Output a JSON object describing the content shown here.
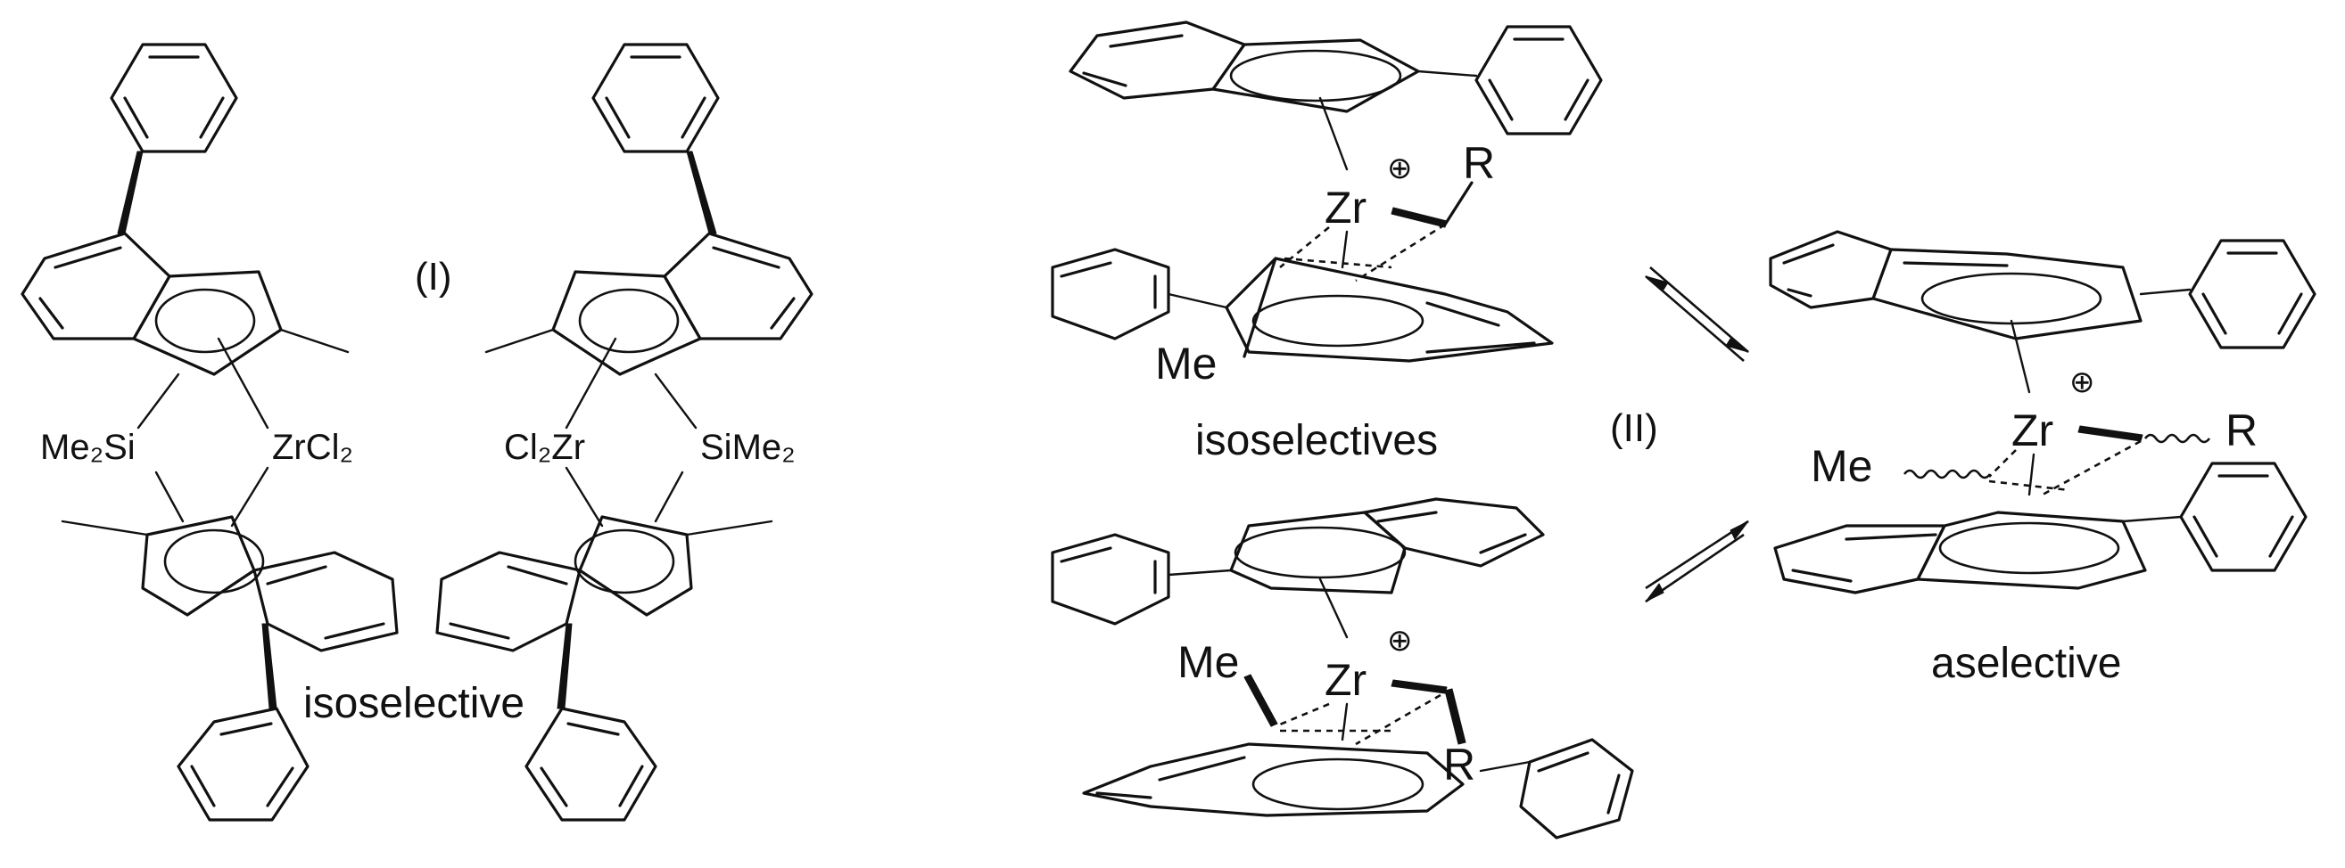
{
  "scheme_I": {
    "label": "(I)",
    "caption": "isoselective",
    "left_metal_label": "ZrCl₂",
    "left_bridge_label": "Me₂Si",
    "right_metal_label": "Cl₂Zr",
    "right_bridge_label": "SiMe₂"
  },
  "scheme_II": {
    "label": "(II)",
    "caption_isoselectives": "isoselectives",
    "caption_aselective": "aselective",
    "metal": "Zr",
    "charge_symbol": "⊕",
    "substituent_R": "R",
    "substituent_Me": "Me"
  }
}
